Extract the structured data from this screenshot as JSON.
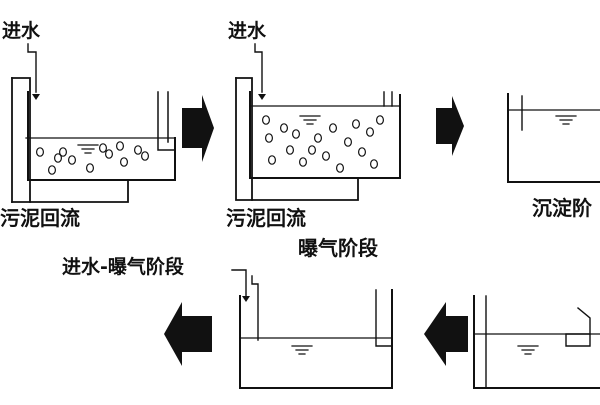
{
  "labels": {
    "inlet_1": "进水",
    "inlet_2": "进水",
    "return_1": "污泥回流",
    "return_2": "污泥回流",
    "stage_aeration": "曝气阶段",
    "stage_settling": "沉淀阶",
    "stage_fill_aerate": "进水-曝气阶段"
  },
  "colors": {
    "ink": "#111111",
    "background": "#ffffff"
  }
}
